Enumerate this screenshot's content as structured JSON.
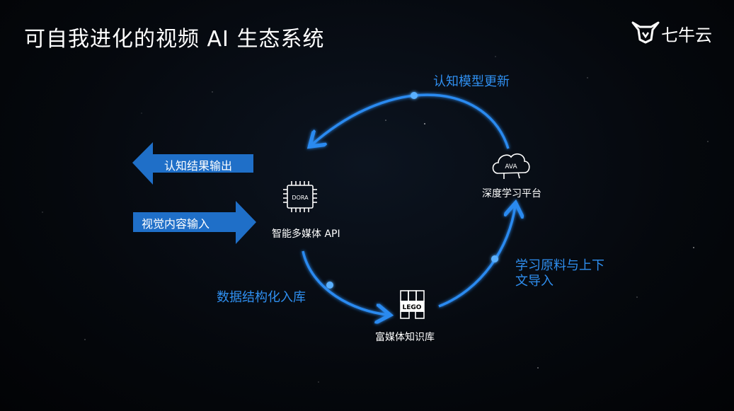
{
  "title": "可自我进化的视频 AI 生态系统",
  "logo": {
    "text": "七牛云",
    "icon": "qiniu-bull-logo"
  },
  "nodes": {
    "api": {
      "chip_text": "DORA",
      "label": "智能多媒体 API",
      "icon": "chip-icon"
    },
    "platform": {
      "cloud_text": "AVA",
      "label": "深度学习平台",
      "icon": "brain-cloud-icon"
    },
    "kb": {
      "block_text": "LEGO",
      "label": "富媒体知识库",
      "icon": "lego-blocks-icon"
    }
  },
  "edges": {
    "model_update": "认知模型更新",
    "structured_storage": "数据结构化入库",
    "learning_context_1": "学习原料与上下",
    "learning_context_2": "文导入"
  },
  "io": {
    "output": "认知结果输出",
    "input": "视觉内容输入"
  },
  "colors": {
    "accent": "#2f8ff0",
    "arrow_fill": "#1f6fc8",
    "background": "#05080d"
  }
}
